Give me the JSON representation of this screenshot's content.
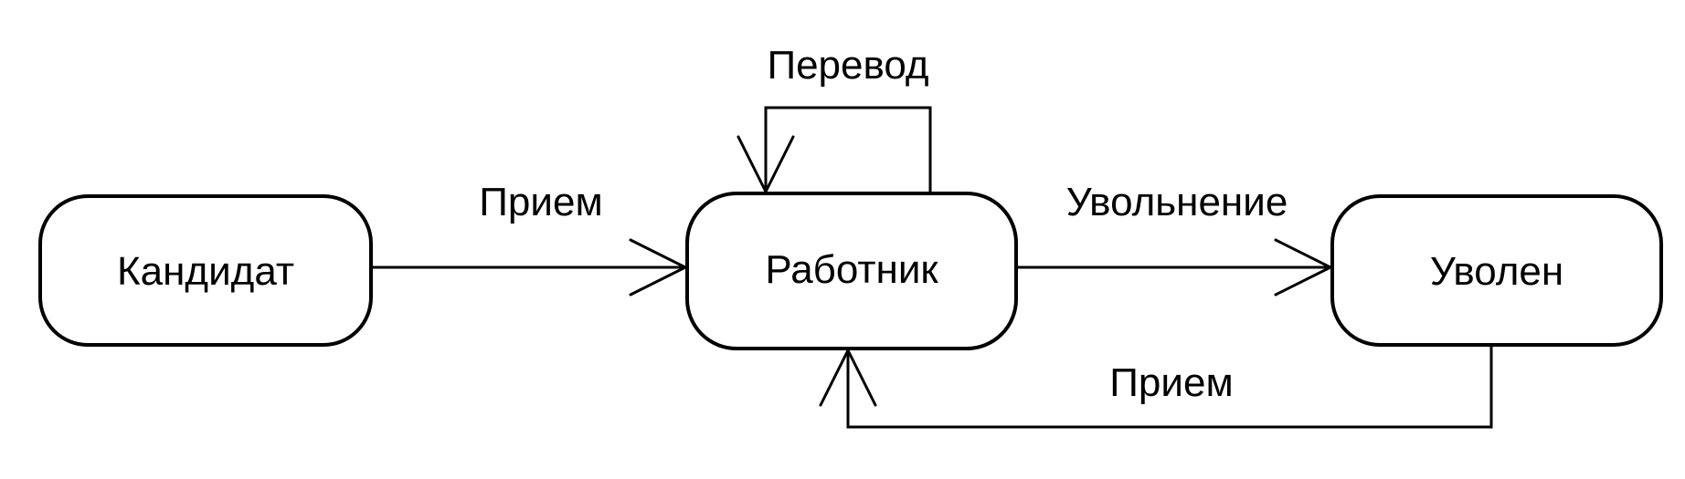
{
  "diagram": {
    "states": {
      "candidate": "Кандидат",
      "employee": "Работник",
      "dismissed": "Уволен"
    },
    "transitions": {
      "hire": "Прием",
      "transfer": "Перевод",
      "dismissal": "Увольнение",
      "rehire": "Прием"
    },
    "colors": {
      "stroke": "#000000",
      "background": "#ffffff"
    }
  }
}
